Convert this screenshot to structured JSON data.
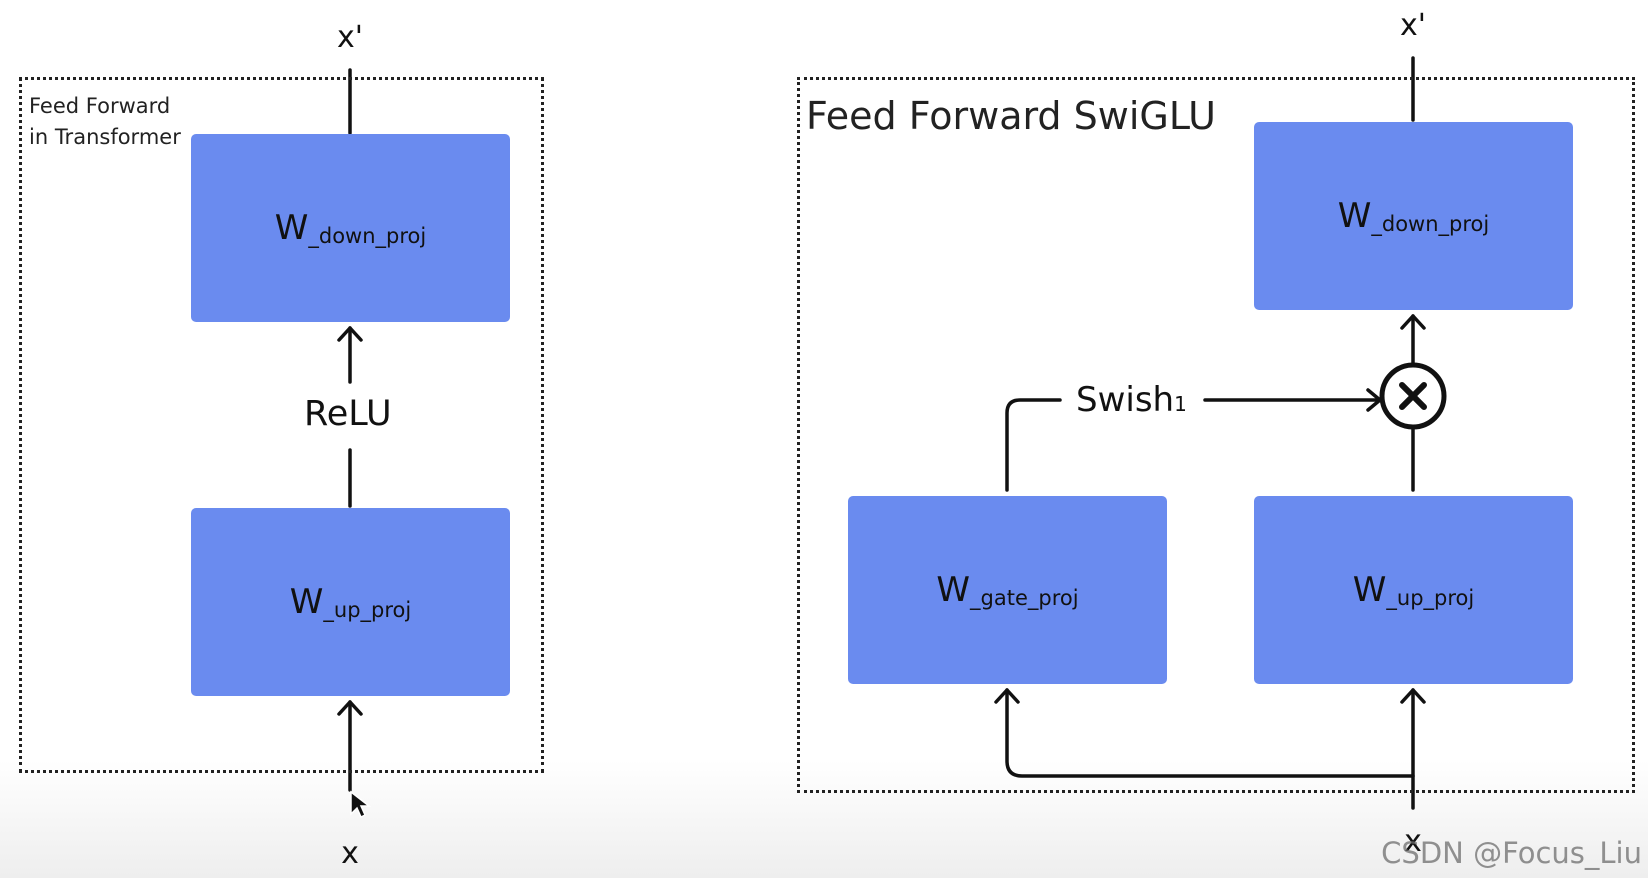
{
  "left_diagram": {
    "frame_label": "Feed Forward\nin Transformer",
    "input_label": "x",
    "output_label": "x'",
    "activation_label": "ReLU",
    "block_down": {
      "main": "W",
      "sub": "_down_proj"
    },
    "block_up": {
      "main": "W",
      "sub": "_up_proj"
    }
  },
  "right_diagram": {
    "frame_label": "Feed Forward SwiGLU",
    "input_label": "x",
    "output_label": "x'",
    "activation_label": {
      "main": "Swish",
      "sub": "1"
    },
    "multiply_symbol": "×",
    "block_down": {
      "main": "W",
      "sub": "_down_proj"
    },
    "block_gate": {
      "main": "W",
      "sub": "_gate_proj"
    },
    "block_up": {
      "main": "W",
      "sub": "_up_proj"
    }
  },
  "watermark": "CSDN @Focus_Liu"
}
